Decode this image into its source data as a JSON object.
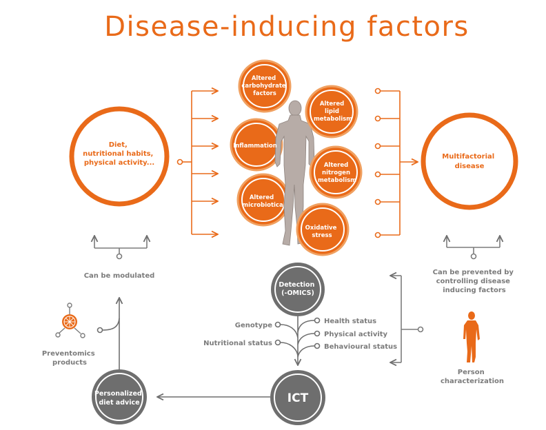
{
  "title": "Disease-inducing factors",
  "colors": {
    "orange": "#e96a19",
    "light_orange": "#f0a060",
    "gray": "#6e6e6e",
    "text_gray": "#7b7b7b"
  },
  "input_circle": {
    "lines": [
      "Diet,",
      "nutritional habits,",
      "physical activity..."
    ]
  },
  "output_circle": {
    "lines": [
      "Multifactorial",
      "disease"
    ]
  },
  "factors": [
    {
      "lines": [
        "Altered",
        "carbohydrate",
        "factors"
      ]
    },
    {
      "lines": [
        "Altered",
        "lipid",
        "metabolism"
      ]
    },
    {
      "lines": [
        "Inflammation"
      ]
    },
    {
      "lines": [
        "Altered",
        "nitrogen",
        "metabolism"
      ]
    },
    {
      "lines": [
        "Altered",
        "microbiotica"
      ]
    },
    {
      "lines": [
        "Oxidative",
        "stress"
      ]
    }
  ],
  "labels": {
    "modulated": "Can be modulated",
    "prevented": [
      "Can be prevented by",
      "controlling disease",
      "inducing factors"
    ],
    "person": [
      "Person",
      "characterization"
    ],
    "preventomics": [
      "Preventomics",
      "products"
    ]
  },
  "detection": {
    "lines": [
      "Detection",
      "(-OMICS)"
    ]
  },
  "inputs_left": [
    "Genotype",
    "Nutritional status"
  ],
  "inputs_right": [
    "Health status",
    "Physical activity",
    "Behavioural status"
  ],
  "ict": {
    "label": "ICT"
  },
  "advice": {
    "lines": [
      "Personalized",
      "diet advice"
    ]
  },
  "icons": {
    "human_figure": "3d-human-body-figure",
    "person": "person-silhouette-icon",
    "orange": "orange-slice-icon"
  }
}
